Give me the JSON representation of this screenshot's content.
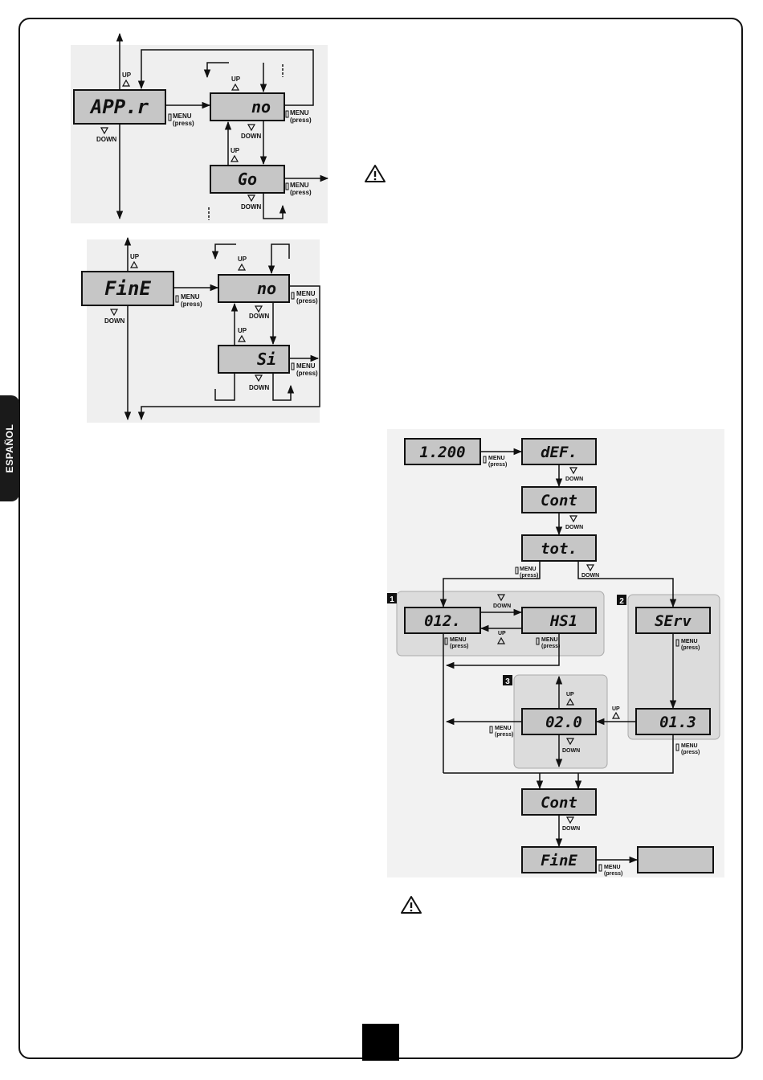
{
  "sidebar": {
    "language": "ESPAÑOL"
  },
  "page": {
    "number": ""
  },
  "labels": {
    "up": "UP",
    "down": "DOWN",
    "menu": "MENU",
    "press": "(press)"
  },
  "diagram_a": {
    "main": "APP.r",
    "no": "no",
    "go": "Go"
  },
  "diagram_b": {
    "main": "FinE",
    "no": "no",
    "si": "Si"
  },
  "flow": {
    "version": "1.200",
    "def": "dEF.",
    "cont": "Cont",
    "tot": "tot.",
    "d1": "012.",
    "d1b": "HS1",
    "serv": "SErv",
    "d3": "02.0",
    "val": "01.3",
    "cont2": "Cont",
    "fine": "FinE",
    "end": "",
    "badges": [
      "1",
      "2",
      "3"
    ]
  }
}
